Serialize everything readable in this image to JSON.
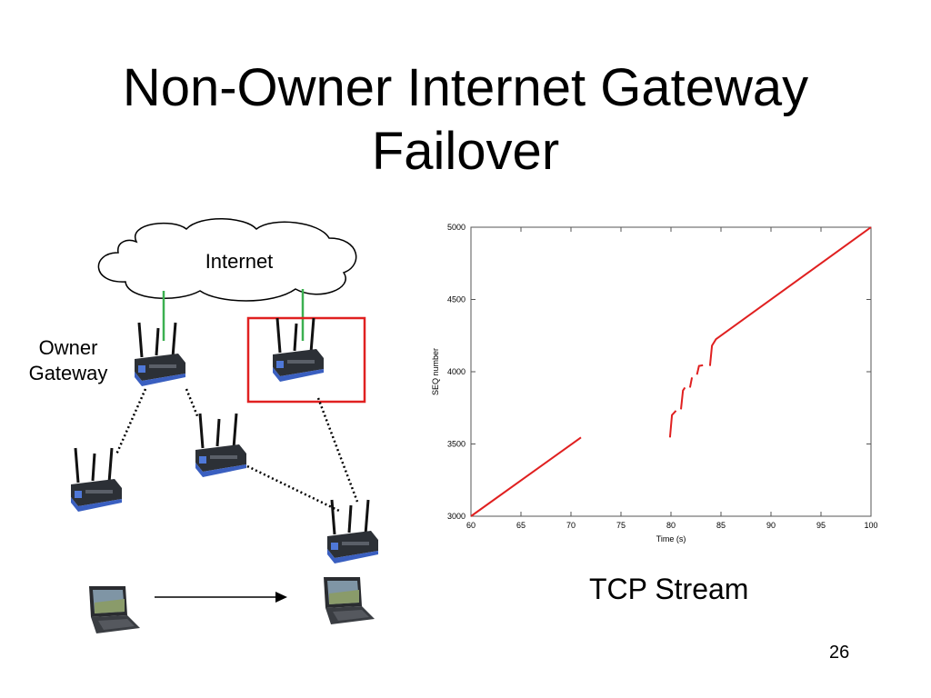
{
  "slide": {
    "title_line1": "Non-Owner Internet Gateway",
    "title_line2": "Failover",
    "caption": "TCP Stream",
    "page_number": "26"
  },
  "diagram": {
    "cloud_label": "Internet",
    "owner_label_line1": "Owner",
    "owner_label_line2": "Gateway",
    "colors": {
      "uplink": "#3cb050",
      "highlight": "#e02020",
      "router_body": "#4a6fcf"
    },
    "icons": [
      "cloud-icon",
      "router-icon",
      "laptop-icon",
      "arrow-right-icon"
    ]
  },
  "chart_data": {
    "type": "line",
    "xlabel": "Time (s)",
    "ylabel": "SEQ number",
    "xlim": [
      60,
      100
    ],
    "ylim": [
      3000,
      5000
    ],
    "x_ticks": [
      60,
      65,
      70,
      75,
      80,
      85,
      90,
      95,
      100
    ],
    "y_ticks": [
      3000,
      3500,
      4000,
      4500,
      5000
    ],
    "grid": false,
    "line_color": "#e02020",
    "segments": [
      [
        [
          60,
          3000
        ],
        [
          71,
          3545
        ]
      ],
      [
        [
          79.9,
          3545
        ],
        [
          80.1,
          3700
        ],
        [
          80.5,
          3730
        ]
      ],
      [
        [
          81.0,
          3740
        ],
        [
          81.2,
          3870
        ],
        [
          81.4,
          3890
        ]
      ],
      [
        [
          81.9,
          3890
        ],
        [
          82.1,
          3960
        ]
      ],
      [
        [
          82.6,
          3980
        ],
        [
          82.8,
          4040
        ],
        [
          83.2,
          4045
        ]
      ],
      [
        [
          83.9,
          4040
        ],
        [
          84.1,
          4180
        ],
        [
          84.5,
          4225
        ],
        [
          100,
          5000
        ]
      ]
    ]
  }
}
